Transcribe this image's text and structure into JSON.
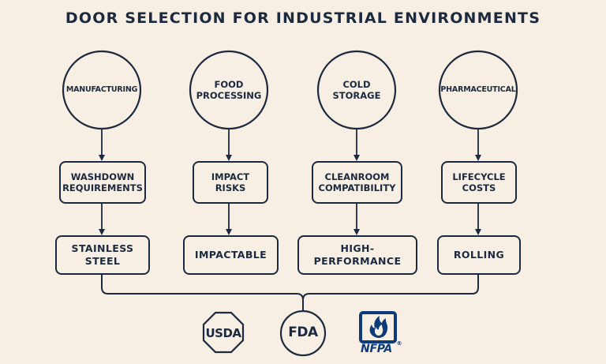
{
  "title": "DOOR SELECTION FOR INDUSTRIAL ENVIRONMENTS",
  "colors": {
    "background": "#f8efe4",
    "ink": "#1b2a3e",
    "nfpa_blue": "#0d3a78"
  },
  "columns": [
    {
      "industry": "MANUFACTURING",
      "requirement": [
        "WASHDOWN",
        "REQUIREMENTS"
      ],
      "door": [
        "STAINLESS",
        "STEEL"
      ]
    },
    {
      "industry": [
        "FOOD",
        "PROCESSING"
      ],
      "requirement": [
        "IMPACT",
        "RISKS"
      ],
      "door": "IMPACTABLE"
    },
    {
      "industry": [
        "COLD",
        "STORAGE"
      ],
      "requirement": [
        "CLEANROOM",
        "COMPATIBILITY"
      ],
      "door": "HIGH-PERFORMANCE"
    },
    {
      "industry": "PHARMACEUTICAL",
      "requirement": [
        "LIFECYCLE",
        "COSTS"
      ],
      "door": "ROLLING"
    }
  ],
  "logos": {
    "usda": "USDA",
    "fda": "FDA",
    "nfpa": "NFPA",
    "nfpa_mark": "®"
  }
}
